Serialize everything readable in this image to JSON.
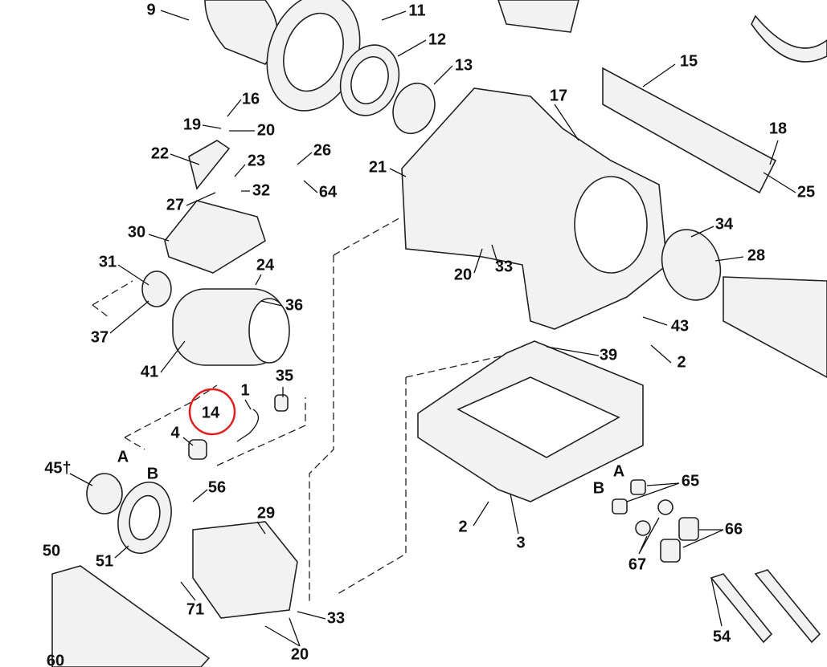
{
  "diagram": {
    "title": "Exploded parts view",
    "highlight_color": "#e02020",
    "highlighted_part": "14",
    "labels": [
      "9",
      "11",
      "12",
      "13",
      "15",
      "16",
      "17",
      "18",
      "19",
      "20",
      "22",
      "26",
      "23",
      "21",
      "27",
      "32",
      "64",
      "25",
      "34",
      "30",
      "28",
      "31",
      "24",
      "20",
      "33",
      "36",
      "43",
      "37",
      "39",
      "2",
      "41",
      "35",
      "1",
      "14",
      "4",
      "A",
      "45†",
      "B",
      "A",
      "65",
      "56",
      "B",
      "29",
      "2",
      "66",
      "3",
      "50",
      "51",
      "67",
      "71",
      "33",
      "54",
      "20",
      "60"
    ]
  }
}
